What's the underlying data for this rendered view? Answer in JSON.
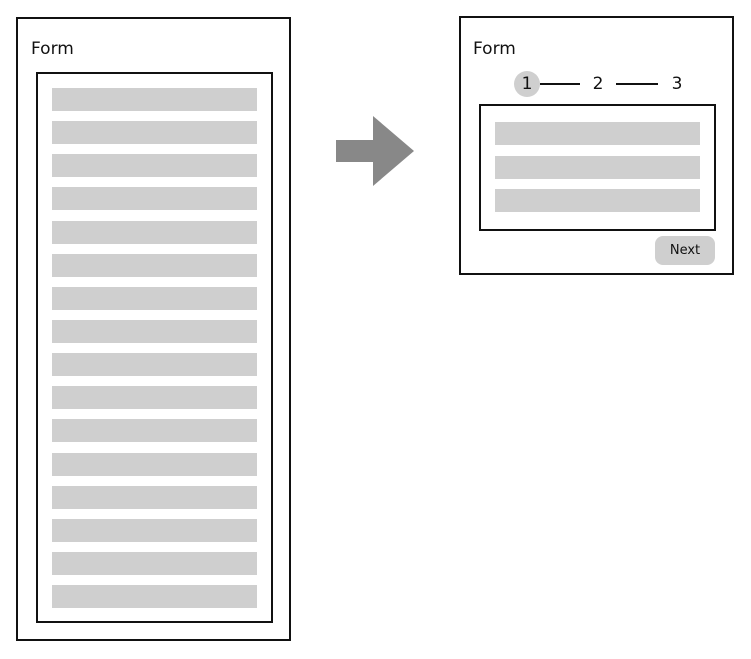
{
  "before": {
    "title": "Form",
    "field_count": 16
  },
  "after": {
    "title": "Form",
    "steps": [
      "1",
      "2",
      "3"
    ],
    "active_step": 1,
    "field_count": 3,
    "next_label": "Next"
  },
  "colors": {
    "border": "#111111",
    "placeholder_field": "#cfcfcf",
    "arrow": "#888888",
    "active_step": "#cfcfcf",
    "button": "#cfcfcf"
  },
  "icons": {
    "transition": "right-arrow-icon"
  }
}
